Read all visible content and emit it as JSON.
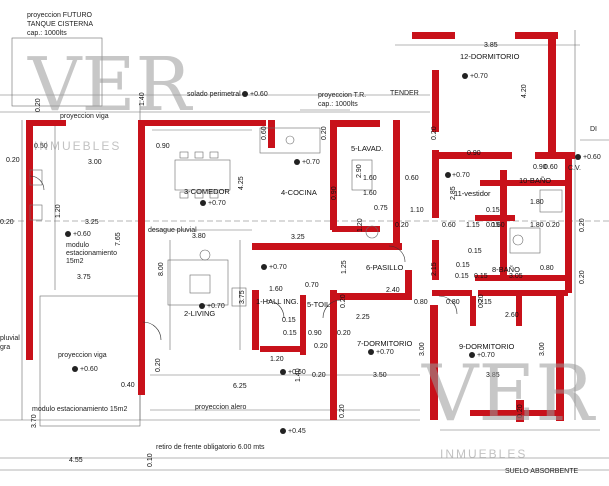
{
  "notes": {
    "cistern_l1": "proyeccion FUTURO",
    "cistern_l2": "TANQUE CISTERNA",
    "cistern_l3": "cap.: 1000lts",
    "solado": "solado perimetral",
    "proy_viga_top": "proyeccion viga",
    "tank_l1": "proyeccion T.R.",
    "tank_l2": "cap.: 1000lts",
    "tender": "TENDER",
    "desague": "desague pluvial",
    "modulo1_l1": "modulo",
    "modulo1_l2": "estacionamiento",
    "modulo1_l3": "15m2",
    "pluvial_l1": "pluvial",
    "pluvial_l2": "gra",
    "proy_viga_bottom": "proyeccion viga",
    "modulo2": "modulo estacionamiento 15m2",
    "proy_alero": "proyeccion alero",
    "retiro": "retiro de frente obligatorio 6.00 mts",
    "suelo": "SUELO ABSORBENTE",
    "cv": "C.V.",
    "di": "DI"
  },
  "rooms": {
    "dorm12": "12-DORMITORIO",
    "lavad": "5-LAVAD.",
    "comedor": "3-COMEDOR",
    "cocina": "4-COCINA",
    "vestidor": "11-vestidor",
    "bano10": "10-BAÑO",
    "pasillo": "6-PASILLO",
    "bano8": "8-BAÑO",
    "hall": "1-HALL ING.",
    "toil": "5-TOIL",
    "living": "2-LIVING",
    "dorm7": "7-DORMITORIO",
    "dorm9": "9-DORMITORIO"
  },
  "levels": [
    "+0.60",
    "+0.70",
    "+0.70",
    "+0.70",
    "+0.70",
    "+0.70",
    "+0.60",
    "+0.70",
    "+0.70",
    "+0.70",
    "+0.60",
    "+0.60",
    "+0.60",
    "+0.45"
  ],
  "dims": {
    "d_385_top": "3.85",
    "d_420": "4.20",
    "d_140": "1.40",
    "d_020a": "0.20",
    "d_020b": "0.20",
    "d_050": "0.50",
    "d_300": "3.00",
    "d_090a": "0.90",
    "d_060a": "0.60",
    "d_020c": "0.20",
    "d_290": "2.90",
    "d_160a": "1.60",
    "d_160b": "1.60",
    "d_090b": "0.90",
    "d_075": "0.75",
    "d_060b": "0.60",
    "d_020d": "0.20",
    "d_090c": "0.90",
    "d_285": "2.85",
    "d_015a": "0.15",
    "d_090d": "0.90",
    "d_180a": "1.80",
    "d_060c": "0.60",
    "d_020e": "0.20",
    "d_325a": "3.25",
    "d_120a": "1.20",
    "d_765": "7.65",
    "d_380": "3.80",
    "d_425": "4.25",
    "d_325b": "3.25",
    "d_120b": "1.20",
    "d_020f": "0.20",
    "d_110": "1.10",
    "d_060d": "0.60",
    "d_115": "1.15",
    "d_060e": "0.60",
    "d_015b": "0.15",
    "d_180b": "1.80",
    "d_020g": "0.20",
    "d_015c": "0.15",
    "d_015d": "0.15",
    "d_080a": "0.80",
    "d_375": "3.75",
    "d_800": "8.00",
    "d_125": "1.25",
    "d_215": "2.15",
    "d_015e": "0.15",
    "d_015f": "0.15",
    "d_305": "3.05",
    "d_020h": "0.20",
    "d_070": "0.70",
    "d_160c": "1.60",
    "d_240": "2.40",
    "d_080b": "0.80",
    "d_080c": "0.80",
    "d_015g": "0.15",
    "d_260": "2.60",
    "d_375b": "3.75",
    "d_015h": "0.15",
    "d_090e": "0.90",
    "d_225": "2.25",
    "d_020i": "0.20",
    "d_015i": "0.15",
    "d_020j": "0.20",
    "d_300b": "3.00",
    "d_020k": "0.20",
    "d_300c": "3.00",
    "d_020l": "0.20",
    "d_120c": "1.20",
    "d_140b": "1.40",
    "d_020m": "0.20",
    "d_350": "3.50",
    "d_385b": "3.85",
    "d_040": "0.40",
    "d_625": "6.25",
    "d_370": "3.70",
    "d_455": "4.55",
    "d_010": "0.10",
    "d_020n": "0.20",
    "d_020o": "0.20",
    "d_020p": "0.20",
    "d_020q": "0.20"
  },
  "watermark": {
    "mark": "VER",
    "sub": "INMUEBLES"
  },
  "colors": {
    "wall": "#c8111a",
    "line": "#555555",
    "wm": "#9a9a9a"
  }
}
